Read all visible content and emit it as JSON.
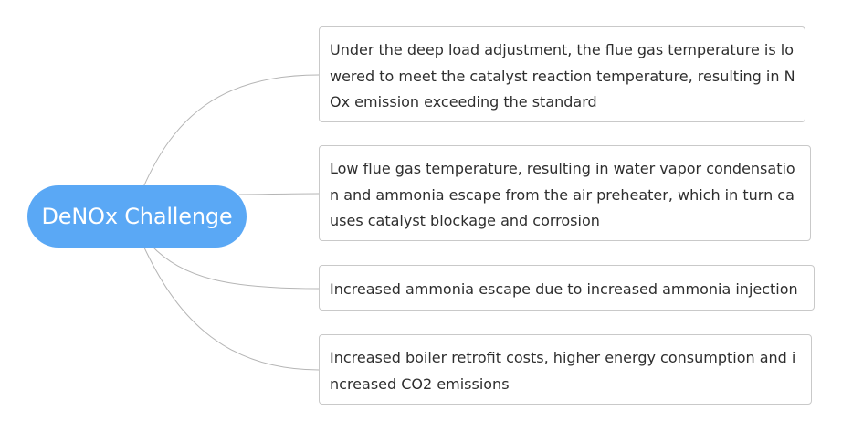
{
  "root": {
    "label": "DeNOx Challenge",
    "color": "#5aa8f5"
  },
  "topics": [
    {
      "text": "Under the deep load adjustment, the flue gas temperature is lowered to meet the catalyst reaction temperature, resulting in NOx emission exceeding the standard"
    },
    {
      "text": "Low flue gas temperature, resulting in water vapor condensation and ammonia escape from the air preheater, which in turn causes catalyst blockage and corrosion"
    },
    {
      "text": "Increased ammonia escape due to increased ammonia injection"
    },
    {
      "text": "Increased boiler retrofit costs, higher energy consumption and increased CO2 emissions"
    }
  ],
  "style": {
    "connector_color": "#b5b5b5",
    "border_color": "#c9c9c9"
  }
}
